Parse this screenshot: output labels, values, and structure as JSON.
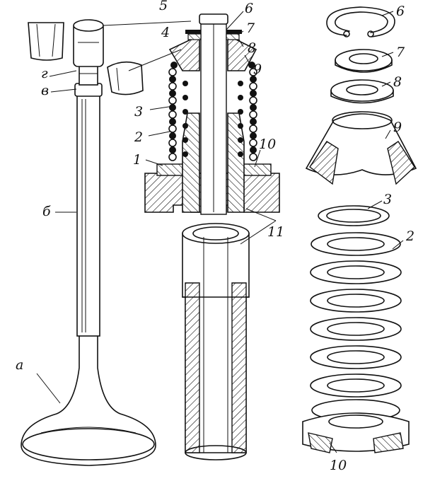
{
  "labels": {
    "a": "а",
    "b": "б",
    "v": "в",
    "g": "г",
    "n1": "1",
    "n2": "2",
    "n3": "3",
    "n4": "4",
    "n5": "5",
    "n6": "6",
    "n7": "7",
    "n8": "8",
    "n9": "9",
    "n10": "10",
    "n11": "11",
    "n2r": "2",
    "n3r": "3",
    "n6r": "6",
    "n7r": "7",
    "n8r": "8",
    "n9r": "9",
    "n10r": "10"
  }
}
